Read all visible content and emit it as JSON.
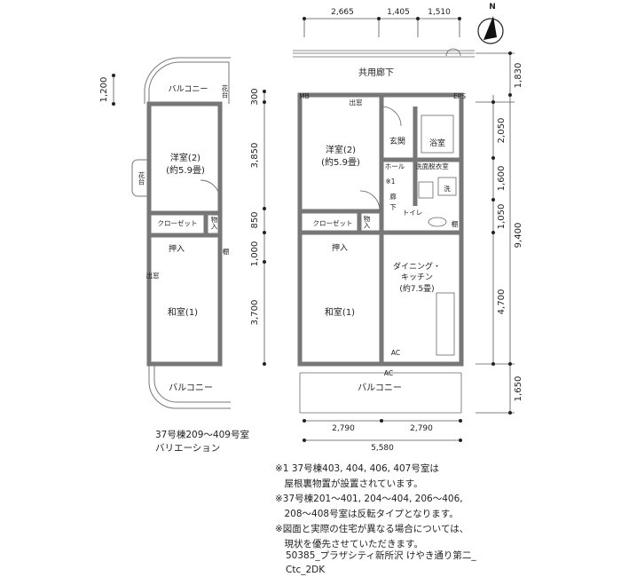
{
  "compass": {
    "label": "N"
  },
  "corridor": {
    "label": "共用廊下"
  },
  "dimensions": {
    "top": [
      "2,665",
      "1,405",
      "1,510"
    ],
    "right_outer": [
      "1,830",
      "9,400",
      "1,650"
    ],
    "right_inner": [
      "2,050",
      "1,600",
      "1,050",
      "4,700"
    ],
    "left": [
      "300",
      "3,850",
      "850",
      "1,000",
      "3,700"
    ],
    "bottom": [
      "2,790",
      "2,790"
    ],
    "bottom_total": "5,580",
    "variant_left": "1,200"
  },
  "main_plan": {
    "western_room": "洋室(2)",
    "western_room_size": "(約5.9畳)",
    "closet": "クローゼット",
    "storage": "物入",
    "oshiire": "押入",
    "japanese_room": "和室(1)",
    "dining_kitchen_1": "ダイニング・",
    "dining_kitchen_2": "キッチン",
    "dining_kitchen_size": "(約7.5畳)",
    "entrance": "玄関",
    "bathroom": "浴室",
    "hall": "ホール",
    "washroom": "洗面脱衣室",
    "hallway_note": "※1",
    "hallway_1": "廊",
    "hallway_2": "下",
    "toilet": "トイレ",
    "washer": "洗",
    "shelf": "棚",
    "bay_window": "出窓",
    "mb": "MB",
    "eps": "EPS",
    "ac1": "AC",
    "ac2": "AC",
    "balcony": "バルコニー"
  },
  "variant_plan": {
    "balcony_top": "バルコニー",
    "flower_stand_1": "花台",
    "flower_stand_2": "花台",
    "western_room": "洋室(2)",
    "western_room_size": "(約5.9畳)",
    "closet": "クローゼット",
    "storage": "物入",
    "oshiire": "押入",
    "shelf": "棚",
    "bay_window": "出窓",
    "japanese_room": "和室(1)",
    "balcony_bottom": "バルコニー",
    "caption_1": "37号棟209～409号室",
    "caption_2": "バリエーション"
  },
  "notes": [
    "※1  37号棟403, 404, 406, 407号室は",
    "　屋根裏物置が設置されています。",
    "※37号棟201～401, 204～404, 206～406,",
    "　208～408号室は反転タイプとなります。",
    "※図面と実際の住宅が異なる場合については、",
    "　現状を優先させていただきます。"
  ],
  "footer": {
    "line1": "50385_プラザシティ新所沢 けやき通り第二_",
    "line2": "Ctc_2DK"
  }
}
